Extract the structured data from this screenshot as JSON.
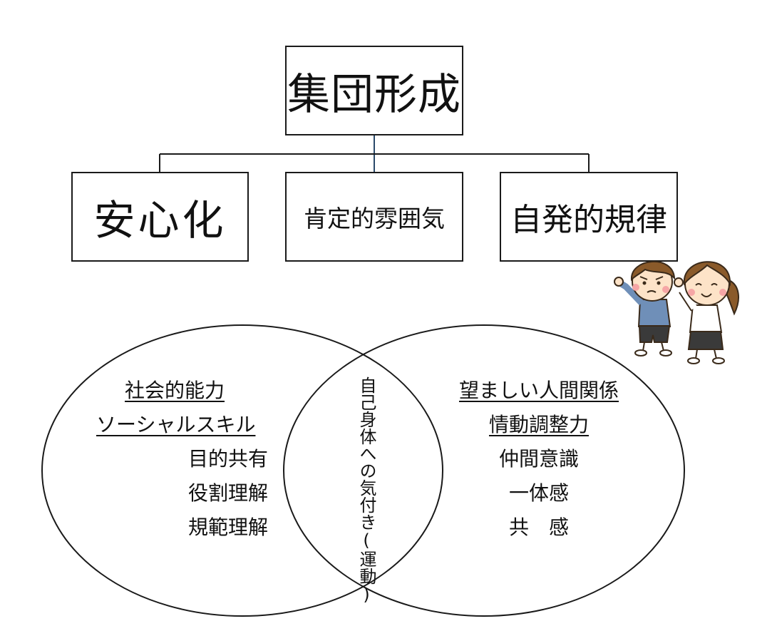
{
  "diagram": {
    "top": {
      "label": "集団形成"
    },
    "children": [
      {
        "label": "安心化"
      },
      {
        "label": "肯定的雰囲気"
      },
      {
        "label": "自発的規律"
      }
    ],
    "venn": {
      "left": {
        "items": [
          {
            "label": "社会的能力",
            "underlined": true
          },
          {
            "label": "ソーシャルスキル",
            "underlined": true
          },
          {
            "label": "目的共有",
            "underlined": false
          },
          {
            "label": "役割理解",
            "underlined": false
          },
          {
            "label": "規範理解",
            "underlined": false
          }
        ]
      },
      "overlap": {
        "label": "自己身体への気付き(運動)"
      },
      "right": {
        "items": [
          {
            "label": "望ましい人間関係",
            "underlined": true
          },
          {
            "label": "情動調整力",
            "underlined": true
          },
          {
            "label": "仲間意識",
            "underlined": false
          },
          {
            "label": "一体感",
            "underlined": false
          },
          {
            "label": "共　感",
            "underlined": false
          }
        ]
      }
    }
  },
  "colors": {
    "line": "#1a1a1a",
    "stem": "#2a4a6a",
    "hair": "#8a5a2a",
    "skin": "#fde3c8",
    "cheek": "#f6a6a6",
    "shirt_boy": "#6f8fb8",
    "shirt_girl": "#ffffff",
    "shorts": "#3a3a3a"
  },
  "illustration": {
    "icon": "two-children-pointing-icon"
  }
}
